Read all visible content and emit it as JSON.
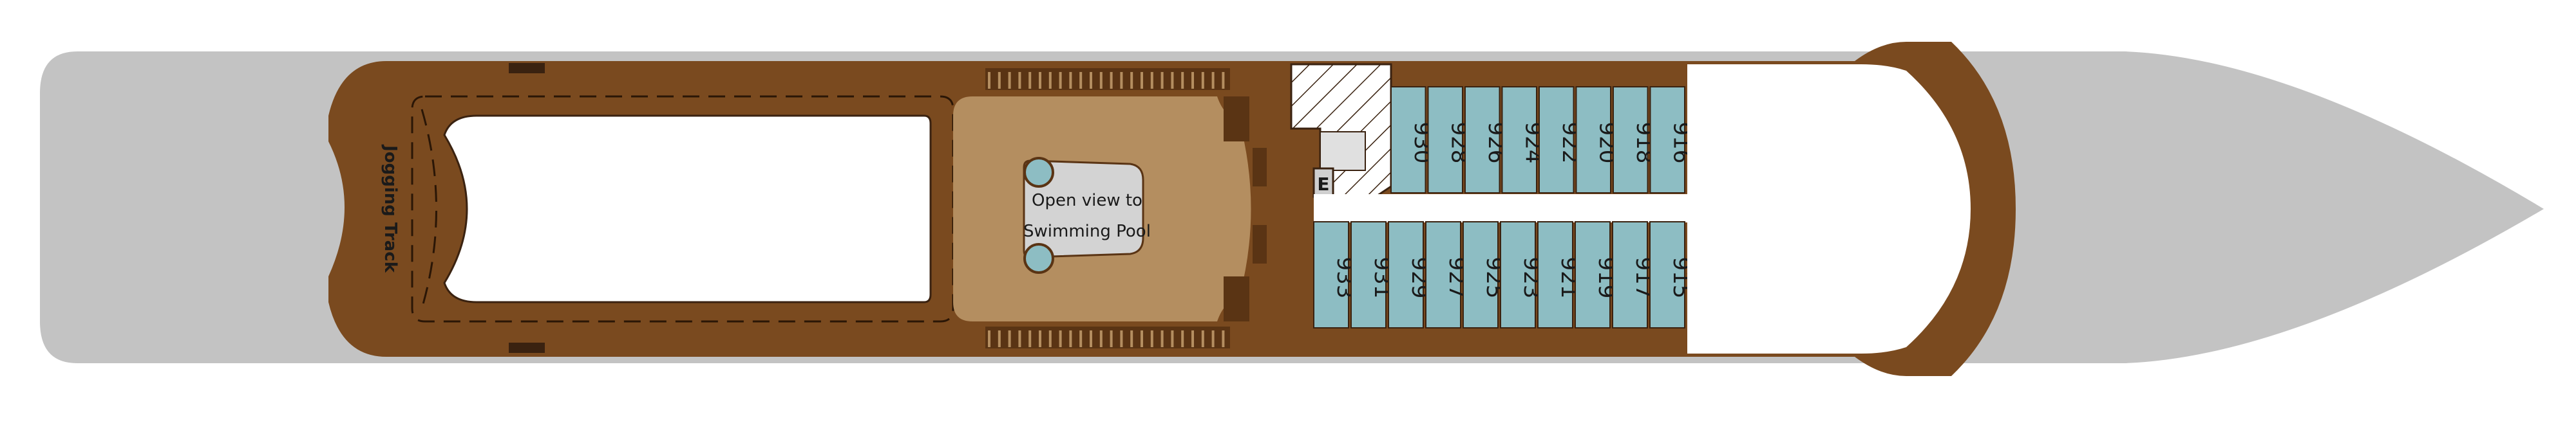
{
  "deck": {
    "jogging_track": "Jogging Track",
    "pool_label_line1": "Open view to",
    "pool_label_line2": "Swimming Pool",
    "elevator": "E",
    "cabins_top": [
      "930",
      "928",
      "926",
      "924",
      "922",
      "920",
      "918",
      "916"
    ],
    "cabins_bottom": [
      "933",
      "931",
      "929",
      "927",
      "925",
      "923",
      "921",
      "919",
      "917",
      "915"
    ]
  },
  "colors": {
    "hull": "#c3c3c3",
    "wood": "#7a4a1f",
    "wood_light": "#8b5a2b",
    "pool_deck": "#b48e60",
    "cabin": "#8dbdc3",
    "white": "#ffffff"
  }
}
